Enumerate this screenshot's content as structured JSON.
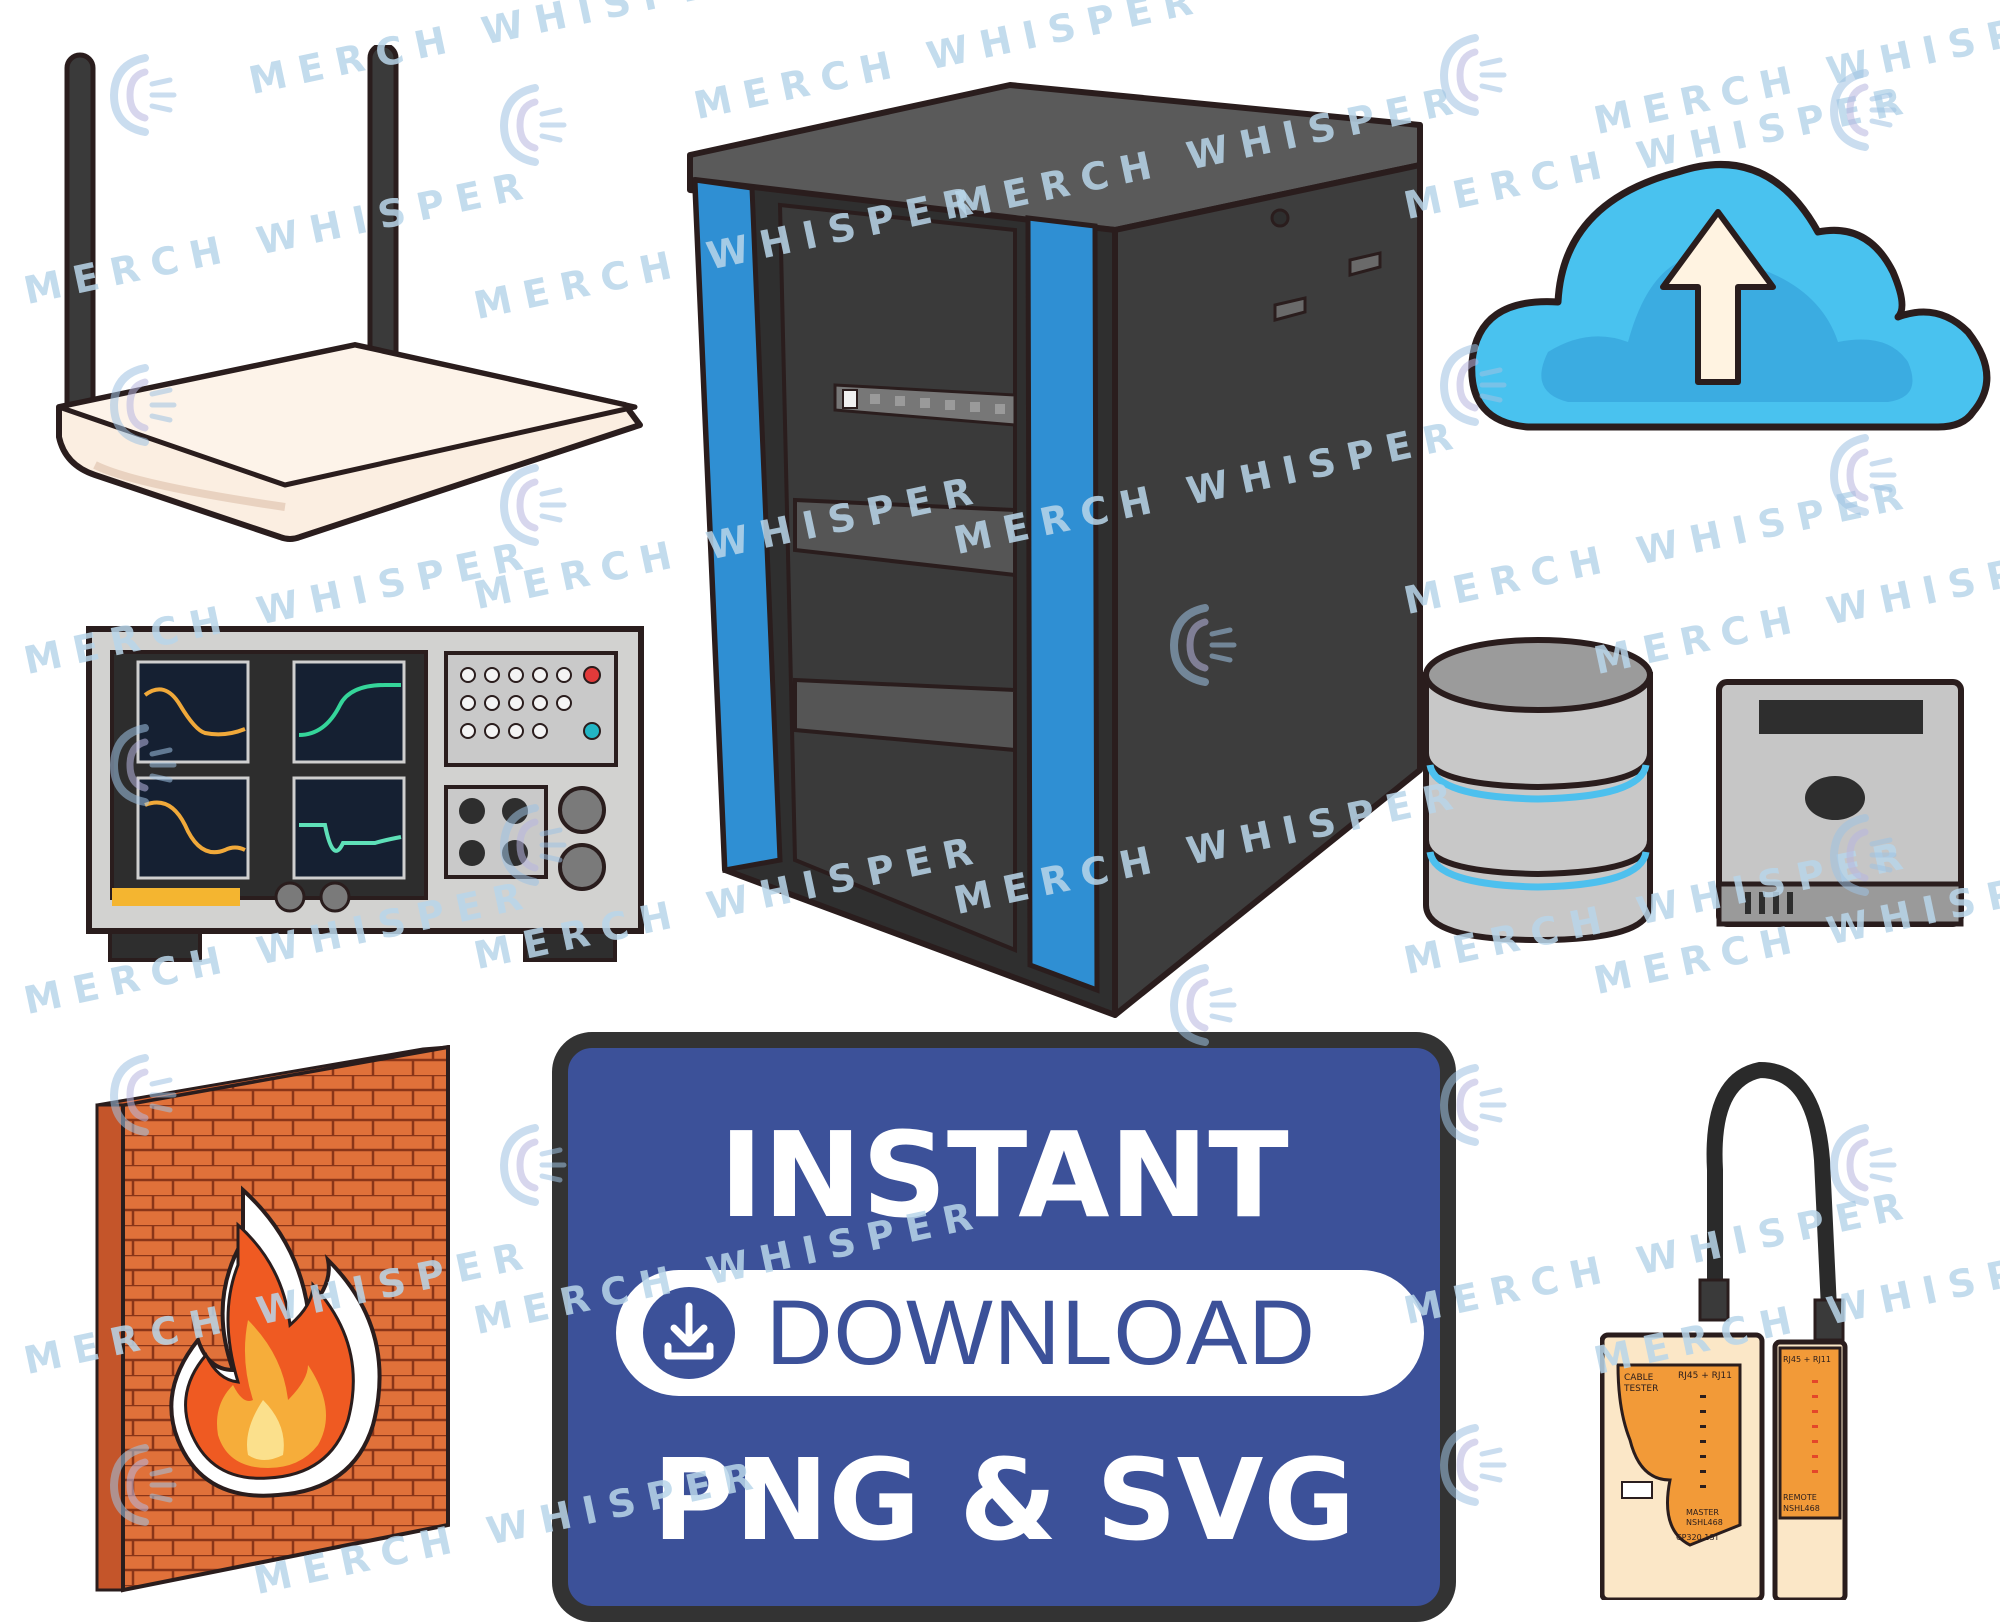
{
  "watermark": {
    "text": "MERCH WHISPER",
    "logo_icon": "merch-whisper-logo-icon",
    "color": "#b9d6ea"
  },
  "illustrations": [
    {
      "name": "wifi-router-icon"
    },
    {
      "name": "server-rack-cabinet-icon"
    },
    {
      "name": "cloud-upload-icon"
    },
    {
      "name": "oscilloscope-icon"
    },
    {
      "name": "database-icon"
    },
    {
      "name": "hard-drive-icon"
    },
    {
      "name": "firewall-icon"
    },
    {
      "name": "cable-tester-icon"
    }
  ],
  "cable_tester": {
    "left_unit": {
      "label1": "CABLE",
      "label2": "TESTER",
      "port_label": "RJ45 + RJ11",
      "bottom1": "MASTER",
      "bottom2": "NSHL468",
      "bottom3": "CP320 1ST"
    },
    "right_unit": {
      "port_label": "RJ45 + RJ11",
      "bottom1": "REMOTE",
      "bottom2": "NSHL468"
    }
  },
  "banner": {
    "line1": "INSTANT",
    "button_label": "DOWNLOAD",
    "button_icon": "download-icon",
    "line3": "PNG & SVG",
    "background": "#3c5199",
    "border": "#333333"
  }
}
